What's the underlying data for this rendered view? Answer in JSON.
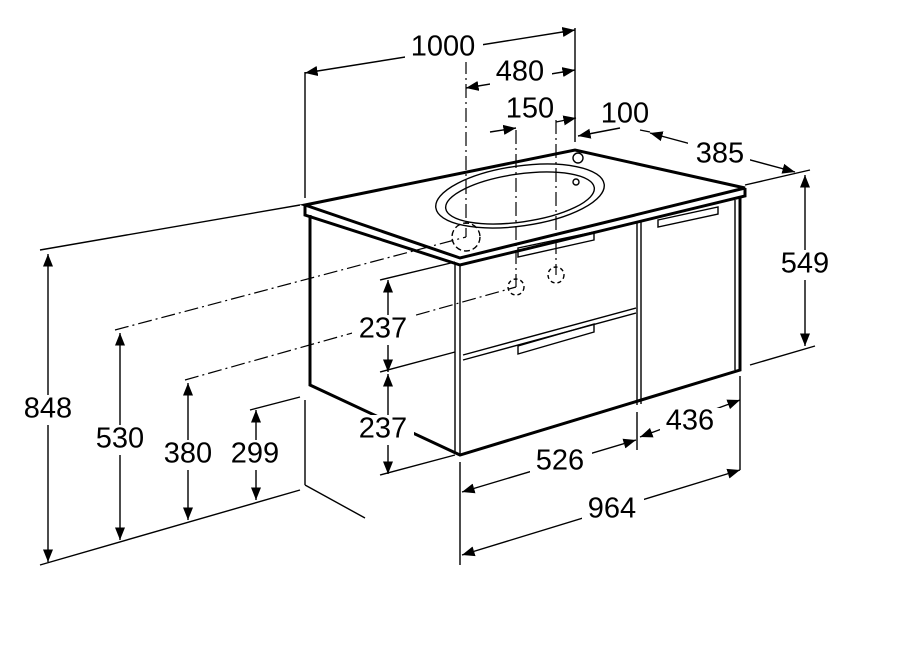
{
  "title": "Vanity unit dimension drawing",
  "dimensions": {
    "overall_width": "1000",
    "basin_offset": "480",
    "tap_spacing": "150",
    "tap_offset": "100",
    "depth": "385",
    "cabinet_height": "549",
    "overall_height": "848",
    "waste_height": "530",
    "supply_height": "380",
    "base_clearance": "299",
    "drawer_top_height": "237",
    "drawer_bottom_height": "237",
    "drawer_width": "526",
    "door_width": "436",
    "cabinet_width": "964"
  }
}
